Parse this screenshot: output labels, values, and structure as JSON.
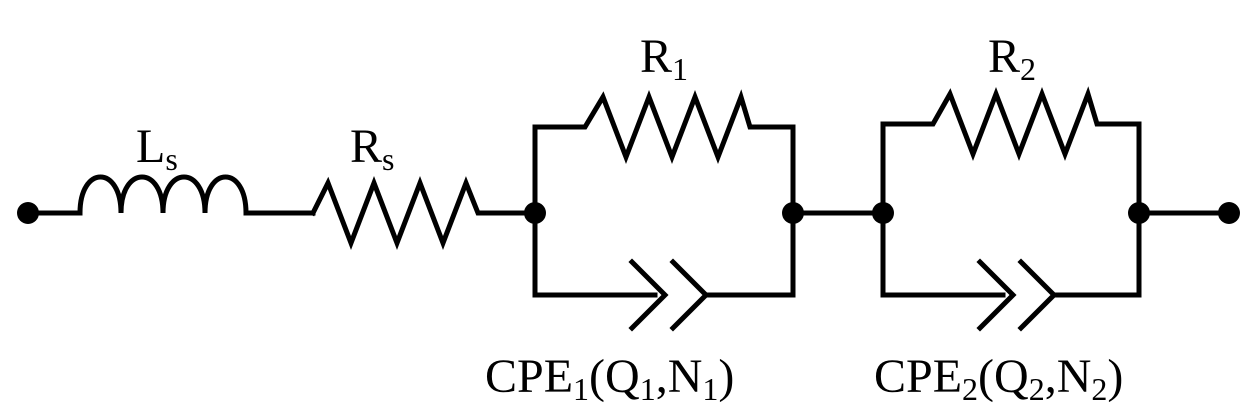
{
  "diagram": {
    "type": "equivalent-circuit",
    "colors": {
      "stroke": "#000000",
      "background": "#ffffff"
    },
    "components": {
      "inductor": {
        "symbol": "L",
        "sub": "s"
      },
      "series_resistor": {
        "symbol": "R",
        "sub": "s"
      },
      "resistor_1": {
        "symbol": "R",
        "sub": "1"
      },
      "resistor_2": {
        "symbol": "R",
        "sub": "2"
      },
      "cpe_1": {
        "p1": "CPE",
        "s1": "1",
        "p2": "(Q",
        "s2": "1",
        "p3": ",N",
        "s3": "1",
        "p4": ")"
      },
      "cpe_2": {
        "p1": "CPE",
        "s1": "2",
        "p2": "(Q",
        "s2": "2",
        "p3": ",N",
        "s3": "2",
        "p4": ")"
      }
    }
  }
}
